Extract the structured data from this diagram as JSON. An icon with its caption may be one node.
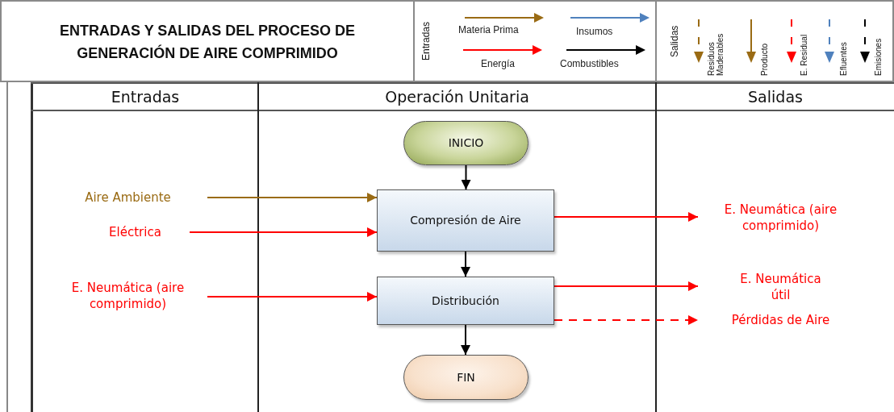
{
  "diagram": {
    "title": "ENTRADAS Y SALIDAS DEL PROCESO DE GENERACIÓN DE AIRE COMPRIMIDO",
    "nodes": [
      {
        "text": [
          "INICIO"
        ]
      },
      {
        "text": [
          "Compresión de Aire"
        ]
      },
      {
        "text": [
          "Distribución"
        ]
      },
      {
        "text": [
          "FIN"
        ]
      },
      {
        "text": [
          "Aire Ambiente"
        ]
      },
      {
        "text": [
          "Eléctrica"
        ]
      },
      {
        "text": [
          "E. Neumática (aire comprimido)"
        ]
      },
      {
        "text": [
          "E. Neumática (aire comprimido)"
        ]
      },
      {
        "text": [
          "E. Neumática útil"
        ]
      },
      {
        "text": [
          "Pérdidas de Aire"
        ]
      }
    ],
    "edges": [
      {
        "from": 0,
        "to": 1,
        "arrow": "to",
        "color": "#000000"
      },
      {
        "from": 1,
        "to": 2,
        "arrow": "to",
        "color": "#000000"
      },
      {
        "from": 2,
        "to": 3,
        "arrow": "to",
        "color": "#000000"
      },
      {
        "from": 4,
        "to": 1,
        "arrow": "to",
        "color": "#9a6b14"
      },
      {
        "from": 5,
        "to": 1,
        "arrow": "to"
      },
      {
        "from": 6,
        "to": 2,
        "arrow": "to"
      },
      {
        "from": 1,
        "to": 7,
        "arrow": "to"
      },
      {
        "from": 2,
        "to": 8,
        "arrow": "to"
      },
      {
        "from": 2,
        "to": 9,
        "arrow": "to",
        "style": "dashed"
      }
    ],
    "labels": [
      "Entradas",
      "Salidas",
      "Entradas",
      "Operación Unitaria",
      "Salidas"
    ],
    "legend": [
      {
        "text": "Materia Prima"
      },
      {
        "text": "Insumos"
      },
      {
        "text": "Energía"
      },
      {
        "text": "Combustibles"
      },
      {
        "text": "Residuos Maderables"
      },
      {
        "text": "Producto"
      },
      {
        "text": "E. Residual"
      },
      {
        "text": "Efluentes"
      },
      {
        "text": "Emisiones"
      }
    ]
  }
}
